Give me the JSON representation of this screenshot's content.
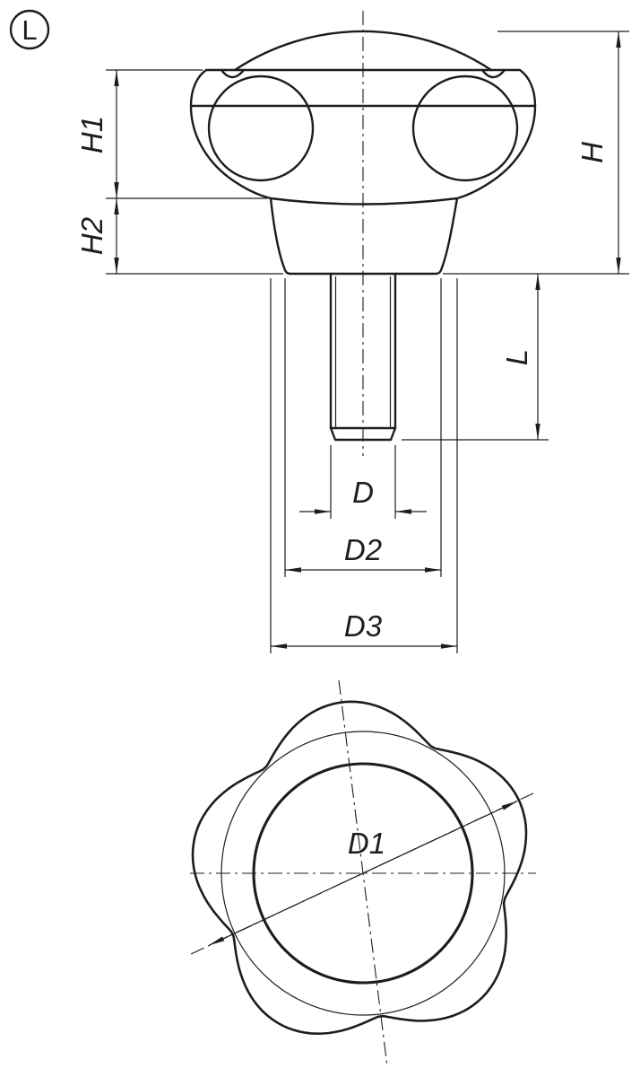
{
  "page": {
    "background": "#ffffff",
    "line_color": "#1d1d1b"
  },
  "view_badge": {
    "label": "L"
  },
  "dimension_labels": {
    "h1": "H1",
    "h2": "H2",
    "h": "H",
    "l": "L",
    "d": "D",
    "d2": "D2",
    "d3": "D3",
    "d1": "D1"
  }
}
